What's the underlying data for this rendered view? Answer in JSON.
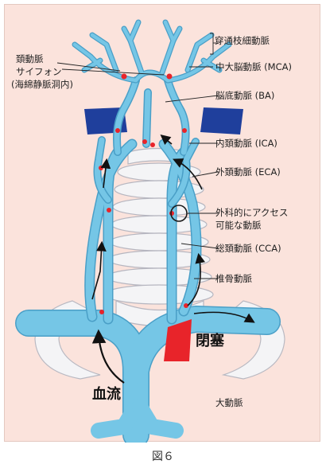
{
  "labels": {
    "perforating": "穿通枝細動脈",
    "mca": "中大脳動脈 (MCA)",
    "ba": "脳底動脈 (BA)",
    "ica": "内頚動脈 (ICA)",
    "eca": "外頚動脈 (ECA)",
    "surgical_line1": "外科的にアクセス",
    "surgical_line2": "可能な動脈",
    "cca": "総頚動脈 (CCA)",
    "vertebral": "椎骨動脈",
    "aorta": "大動脈",
    "siphon_line1": "頚動脈",
    "siphon_line2": "サイフォン",
    "siphon_line3": "(海綿静脈洞内)",
    "occlusion": "閉塞",
    "blood_flow": "血流"
  },
  "caption": "図６",
  "colors": {
    "background": "#fbe3dc",
    "artery": "#75c6e6",
    "artery_edge": "#4a9fc7",
    "vertebra": "#f4f4f6",
    "sinus": "#1f3f9c",
    "occlusion": "#e8242a"
  }
}
